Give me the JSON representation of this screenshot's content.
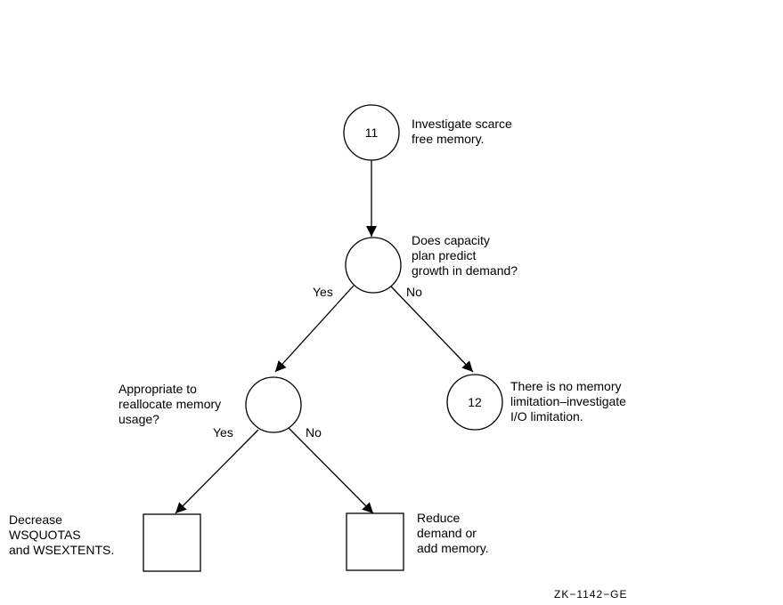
{
  "nodes": {
    "start": {
      "number": "11",
      "text": "Investigate scarce\nfree memory."
    },
    "capacity": {
      "text": "Does capacity\nplan predict\ngrowth in demand?"
    },
    "realloc": {
      "text": "Appropriate to\nreallocate memory\nusage?"
    },
    "nolimit": {
      "number": "12",
      "text": "There is no memory\nlimitation–investigate\nI/O limitation."
    },
    "decrease": {
      "text": "Decrease\nWSQUOTAS\nand WSEXTENTS."
    },
    "reduce": {
      "text": "Reduce\ndemand or\nadd memory."
    }
  },
  "edges": {
    "capacity_yes": "Yes",
    "capacity_no": "No",
    "realloc_yes": "Yes",
    "realloc_no": "No"
  },
  "figure_id": "ZK−1142−GE"
}
